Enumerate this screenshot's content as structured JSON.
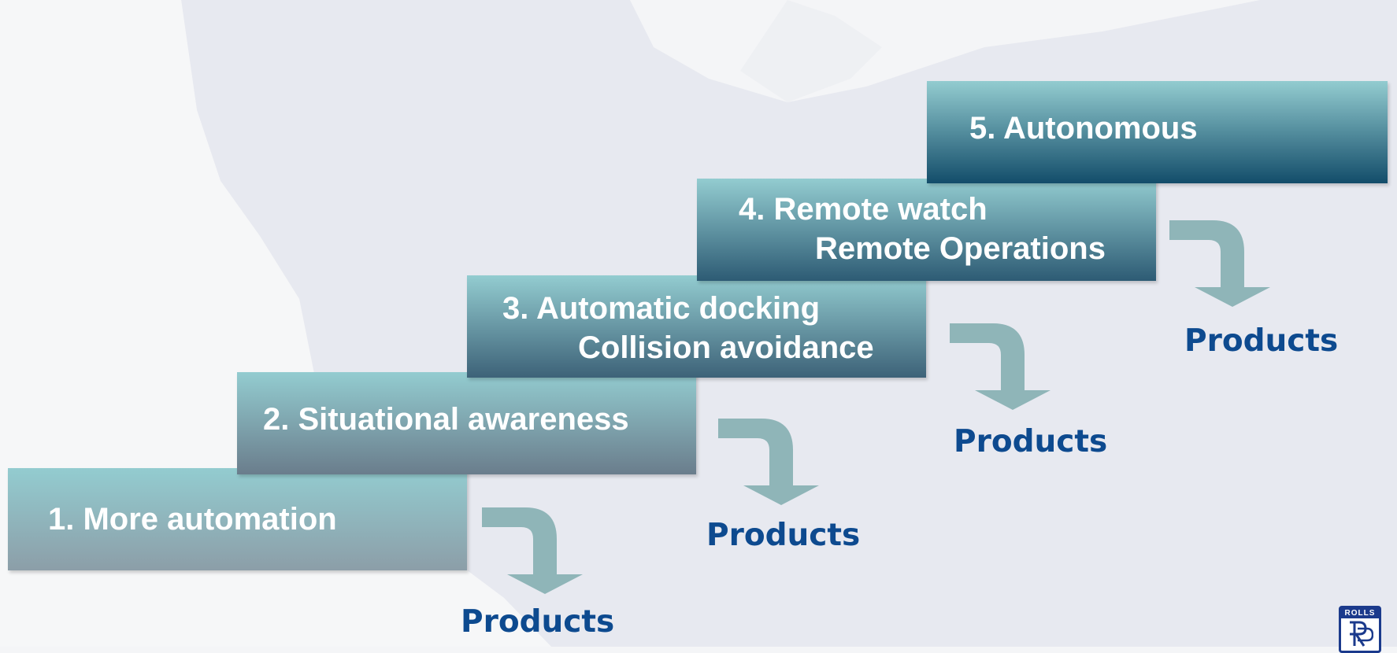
{
  "steps": [
    {
      "lines": [
        "1. More automation"
      ]
    },
    {
      "lines": [
        "2. Situational awareness"
      ]
    },
    {
      "lines": [
        "3. Automatic docking",
        "Collision avoidance"
      ]
    },
    {
      "lines": [
        "4. Remote watch",
        "Remote Operations"
      ]
    },
    {
      "lines": [
        "5. Autonomous"
      ]
    }
  ],
  "products": [
    "Products",
    "Products",
    "Products",
    "Products"
  ],
  "logo": {
    "text": "ROLLS"
  },
  "colors": {
    "products_text": "#0d4a8f",
    "arrow": "#8fb5b8",
    "step_top": "#93ccd0"
  }
}
